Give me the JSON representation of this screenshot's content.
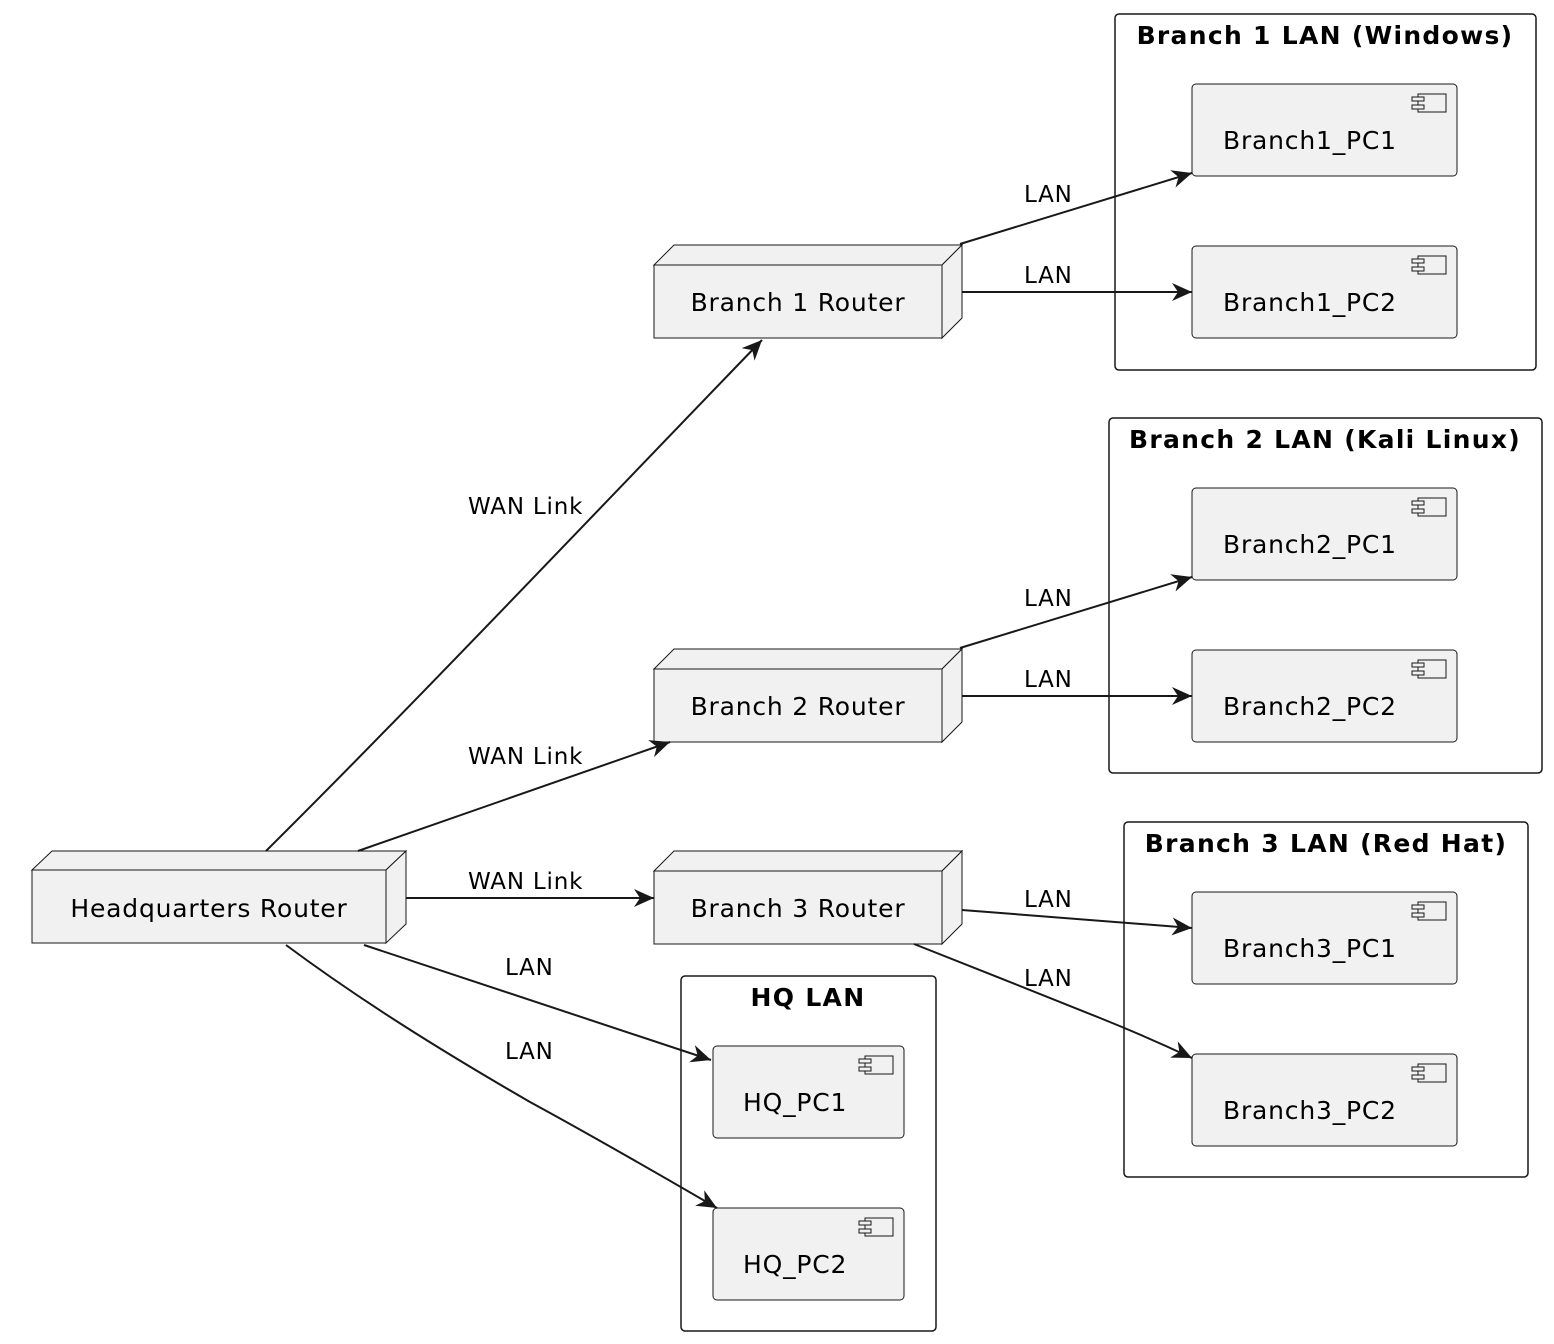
{
  "diagram": {
    "packages": [
      {
        "id": "branch1_lan",
        "title": "Branch 1 LAN (Windows)"
      },
      {
        "id": "branch2_lan",
        "title": "Branch 2 LAN (Kali Linux)"
      },
      {
        "id": "branch3_lan",
        "title": "Branch 3 LAN (Red Hat)"
      },
      {
        "id": "hq_lan",
        "title": "HQ LAN"
      }
    ],
    "routers": [
      {
        "id": "hq_router",
        "label": "Headquarters Router"
      },
      {
        "id": "b1_router",
        "label": "Branch 1 Router"
      },
      {
        "id": "b2_router",
        "label": "Branch 2 Router"
      },
      {
        "id": "b3_router",
        "label": "Branch 3 Router"
      }
    ],
    "components": [
      {
        "id": "b1pc1",
        "label": "Branch1_PC1"
      },
      {
        "id": "b1pc2",
        "label": "Branch1_PC2"
      },
      {
        "id": "b2pc1",
        "label": "Branch2_PC1"
      },
      {
        "id": "b2pc2",
        "label": "Branch2_PC2"
      },
      {
        "id": "b3pc1",
        "label": "Branch3_PC1"
      },
      {
        "id": "b3pc2",
        "label": "Branch3_PC2"
      },
      {
        "id": "hqpc1",
        "label": "HQ_PC1"
      },
      {
        "id": "hqpc2",
        "label": "HQ_PC2"
      }
    ],
    "edges": [
      {
        "from": "hq_router",
        "to": "b1_router",
        "label": "WAN Link"
      },
      {
        "from": "hq_router",
        "to": "b2_router",
        "label": "WAN Link"
      },
      {
        "from": "hq_router",
        "to": "b3_router",
        "label": "WAN Link"
      },
      {
        "from": "hq_router",
        "to": "hqpc1",
        "label": "LAN"
      },
      {
        "from": "hq_router",
        "to": "hqpc2",
        "label": "LAN"
      },
      {
        "from": "b1_router",
        "to": "b1pc1",
        "label": "LAN"
      },
      {
        "from": "b1_router",
        "to": "b1pc2",
        "label": "LAN"
      },
      {
        "from": "b2_router",
        "to": "b2pc1",
        "label": "LAN"
      },
      {
        "from": "b2_router",
        "to": "b2pc2",
        "label": "LAN"
      },
      {
        "from": "b3_router",
        "to": "b3pc1",
        "label": "LAN"
      },
      {
        "from": "b3_router",
        "to": "b3pc2",
        "label": "LAN"
      }
    ]
  }
}
